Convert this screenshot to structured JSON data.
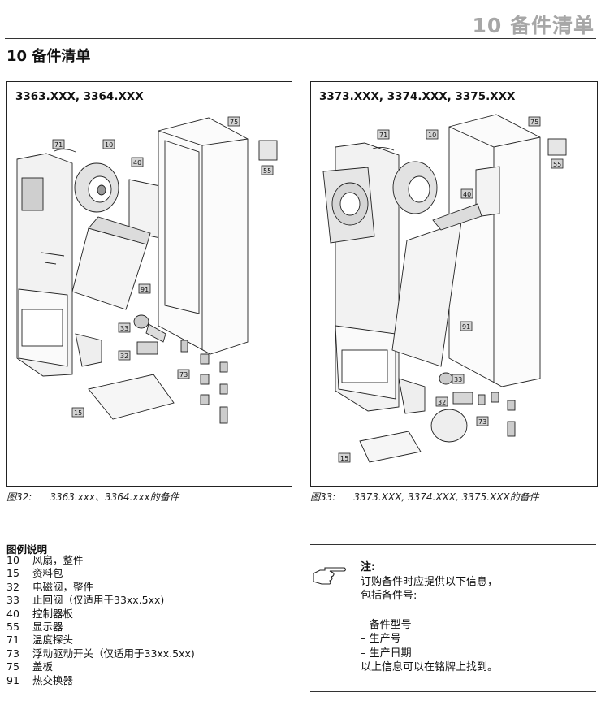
{
  "header": {
    "chapter_title": "10 备件清单"
  },
  "section": {
    "title": "10  备件清单"
  },
  "figures": [
    {
      "model": "3363.XXX, 3364.XXX",
      "caption_num": "图32:",
      "caption_text": "3363.xxx、3364.xxx的备件",
      "callouts": [
        "71",
        "10",
        "40",
        "75",
        "55",
        "91",
        "33",
        "32",
        "73",
        "15"
      ]
    },
    {
      "model": "3373.XXX, 3374.XXX, 3375.XXX",
      "caption_num": "图33:",
      "caption_text": "3373.XXX, 3374.XXX, 3375.XXX的备件",
      "callouts": [
        "71",
        "10",
        "75",
        "55",
        "40",
        "91",
        "33",
        "32",
        "73",
        "15"
      ]
    }
  ],
  "legend": {
    "title": "图例说明",
    "items": [
      {
        "num": "10",
        "label": "风扇，整件"
      },
      {
        "num": "15",
        "label": "资料包"
      },
      {
        "num": "32",
        "label": "电磁阀，整件"
      },
      {
        "num": "33",
        "label": "止回阀（仅适用于33xx.5xx)"
      },
      {
        "num": "40",
        "label": "控制器板"
      },
      {
        "num": "55",
        "label": "显示器"
      },
      {
        "num": "71",
        "label": "温度探头"
      },
      {
        "num": "73",
        "label": "浮动驱动开关（仅适用于33xx.5xx)"
      },
      {
        "num": "75",
        "label": "盖板"
      },
      {
        "num": "91",
        "label": "热交换器"
      }
    ]
  },
  "note": {
    "title": "注:",
    "line1": "订购备件时应提供以下信息，",
    "line2": "包括备件号:",
    "bullets": [
      "– 备件型号",
      "– 生产号",
      "– 生产日期"
    ],
    "footer": "以上信息可以在铭牌上找到。"
  }
}
